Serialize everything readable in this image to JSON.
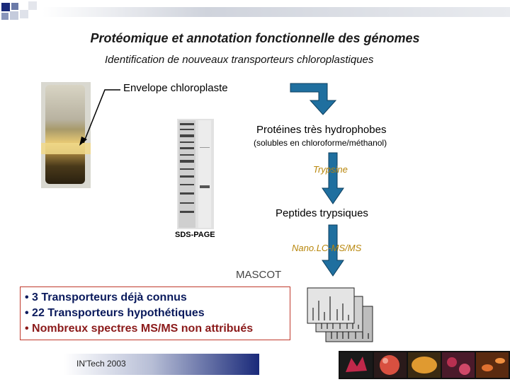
{
  "header": {
    "title": "Protéomique et annotation fonctionnelle des génomes",
    "subtitle": "Identification de nouveaux transporteurs chloroplastiques",
    "logo_icon": "squares-logo-icon"
  },
  "workflow": {
    "envelope_label": "Envelope chloroplaste",
    "proteins_label": "Protéines très hydrophobes",
    "proteins_note": "(solubles en chloroforme/méthanol)",
    "trypsin_label": "Trypsine",
    "peptides_label": "Peptides trypsiques",
    "sds_label": "SDS-PAGE",
    "nanolc_label": "Nano.LC-MS/MS",
    "mascot_label": "MASCOT",
    "arrow_color": "#1f6f9f"
  },
  "results": {
    "lines": [
      "• 3 Transporteurs déjà connus",
      "• 22 Transporteurs hypothétiques",
      "• Nombreux spectres MS/MS non attribués"
    ],
    "line_colors": [
      "#0a1a5c",
      "#0a1a5c",
      "#8b1a1a"
    ]
  },
  "footer": {
    "label": "IN'Tech 2003",
    "bar_color": "#1a2a7a"
  }
}
